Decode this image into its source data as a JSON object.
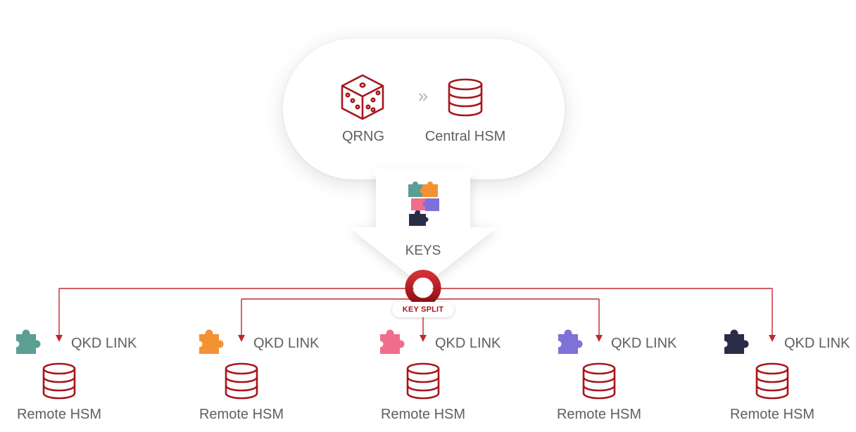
{
  "top": {
    "qrng_label": "QRNG",
    "central_hsm_label": "Central HSM",
    "flow_chevron": "»"
  },
  "keys": {
    "label": "KEYS"
  },
  "key_split": {
    "label": "KEY SPLIT"
  },
  "colors": {
    "accent_red": "#a8161c",
    "line_red": "#c0282f",
    "teal": "#5a9e94",
    "orange": "#f39233",
    "pink": "#f06d8c",
    "purple": "#7e72d8",
    "navy": "#2b2d47",
    "text_gray": "#5f5f5f"
  },
  "nodes": [
    {
      "link_label": "QKD LINK",
      "hsm_label": "Remote HSM",
      "piece_color": "#5a9e94",
      "piece_icon": "puzzle-piece-teal-icon"
    },
    {
      "link_label": "QKD LINK",
      "hsm_label": "Remote HSM",
      "piece_color": "#f39233",
      "piece_icon": "puzzle-piece-orange-icon"
    },
    {
      "link_label": "QKD LINK",
      "hsm_label": "Remote HSM",
      "piece_color": "#f06d8c",
      "piece_icon": "puzzle-piece-pink-icon"
    },
    {
      "link_label": "QKD LINK",
      "hsm_label": "Remote HSM",
      "piece_color": "#7e72d8",
      "piece_icon": "puzzle-piece-purple-icon"
    },
    {
      "link_label": "QKD LINK",
      "hsm_label": "Remote HSM",
      "piece_color": "#2b2d47",
      "piece_icon": "puzzle-piece-navy-icon"
    }
  ]
}
